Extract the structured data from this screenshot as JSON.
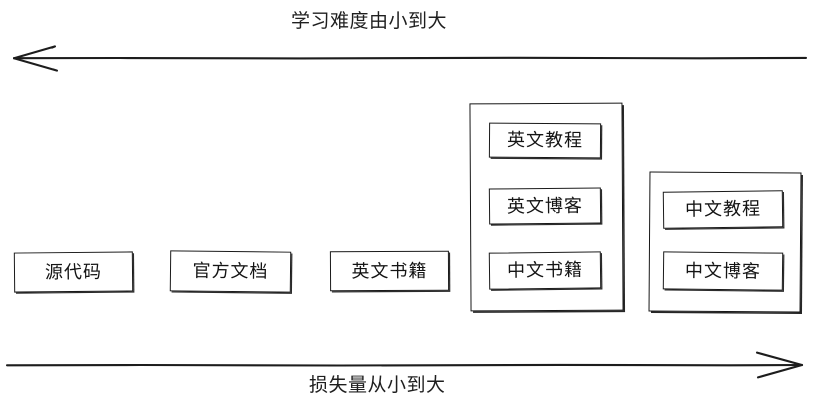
{
  "diagram": {
    "title_top": "学习难度由小到大",
    "title_bottom": "损失量从小到大",
    "style": "hand-drawn-sketch",
    "background_color": "#ffffff",
    "stroke_color": "#1a1a1a",
    "text_color": "#141414"
  },
  "axes": {
    "top": {
      "label": "学习难度由小到大",
      "direction": "left",
      "arrow_icon": "arrow-left-icon"
    },
    "bottom": {
      "label": "损失量从小到大",
      "direction": "right",
      "arrow_icon": "arrow-right-icon"
    }
  },
  "nodes": [
    {
      "id": "source-code",
      "label": "源代码"
    },
    {
      "id": "official-docs",
      "label": "官方文档"
    },
    {
      "id": "english-books",
      "label": "英文书籍"
    }
  ],
  "groups": [
    {
      "id": "english-heavy",
      "items": [
        {
          "id": "english-tutorial",
          "label": "英文教程"
        },
        {
          "id": "english-blog",
          "label": "英文博客"
        },
        {
          "id": "chinese-books",
          "label": "中文书籍"
        }
      ]
    },
    {
      "id": "chinese",
      "items": [
        {
          "id": "chinese-tutorial",
          "label": "中文教程"
        },
        {
          "id": "chinese-blog",
          "label": "中文博客"
        }
      ]
    }
  ]
}
